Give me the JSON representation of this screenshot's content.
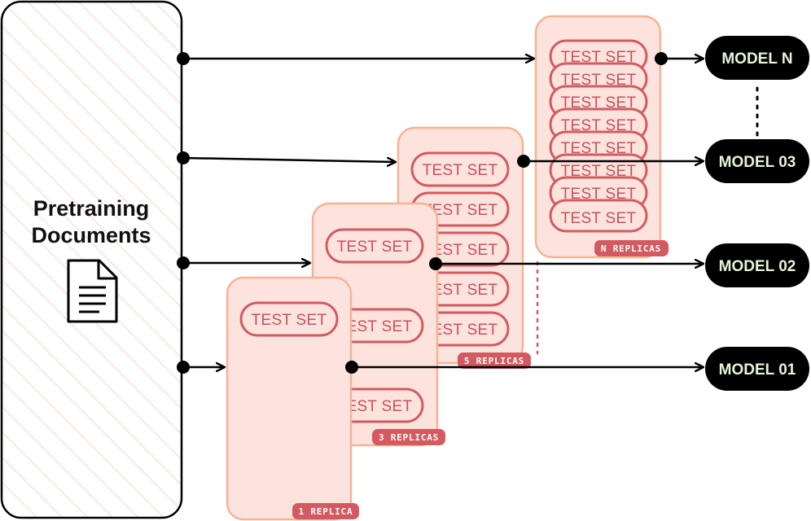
{
  "source": {
    "title_line1": "Pretraining",
    "title_line2": "Documents",
    "icon": "document-icon"
  },
  "test_set_label": "TEST SET",
  "groups": [
    {
      "replica_label": "1 REPLICA"
    },
    {
      "replica_label": "3 REPLICAS"
    },
    {
      "replica_label": "5 REPLICAS"
    },
    {
      "replica_label": "N REPLICAS"
    }
  ],
  "models": [
    {
      "label": "MODEL 01"
    },
    {
      "label": "MODEL 02"
    },
    {
      "label": "MODEL 03"
    },
    {
      "label": "MODEL N"
    }
  ],
  "colors": {
    "stack_fill": "#fde3de",
    "stack_border": "#f6b394",
    "test_set_red": "#d35a60",
    "model_bg": "#000000",
    "model_text": "#e6f4d7",
    "hatch": "#f8d2c8"
  }
}
